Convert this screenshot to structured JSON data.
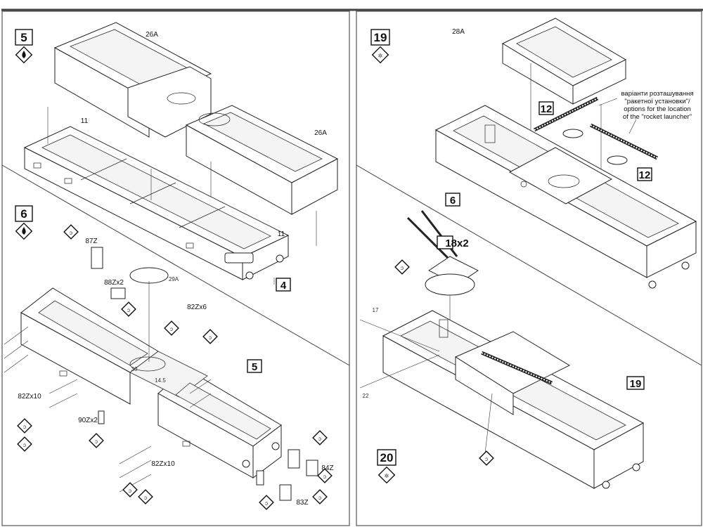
{
  "steps": [
    {
      "number": "5",
      "icon": "glue-drop-icon"
    },
    {
      "number": "6",
      "icon": "glue-drop-icon"
    },
    {
      "number": "19",
      "icon": "assembly-icon"
    },
    {
      "number": "20",
      "icon": "assembly-icon"
    }
  ],
  "callouts": {
    "s5_4": "4",
    "s6_5": "5",
    "s19_12a": "12",
    "s19_12b": "12",
    "s19_6": "6",
    "s19_18x2": "18x2",
    "s19_19": "19"
  },
  "part_labels": {
    "p26a_1": "26A",
    "p26a_2": "26A",
    "p11_1": "11",
    "p11_2": "11",
    "p87z": "87Z",
    "p88z": "88Zx2",
    "p29a": "29A",
    "p82z6": "82Zx6",
    "p82z10a": "82Zx10",
    "p82z10b": "82Zx10",
    "p90z": "90Zx2",
    "p84z": "84Z",
    "p83z": "83Z",
    "p28a": "28A"
  },
  "dimensions": {
    "d30": "30",
    "d145": "14.5",
    "d17": "17",
    "d22": "22"
  },
  "note_lines": [
    "варіанти розташування",
    "\"ракетної установки\"/",
    "options for the location",
    "of the \"rocket launcher\""
  ]
}
